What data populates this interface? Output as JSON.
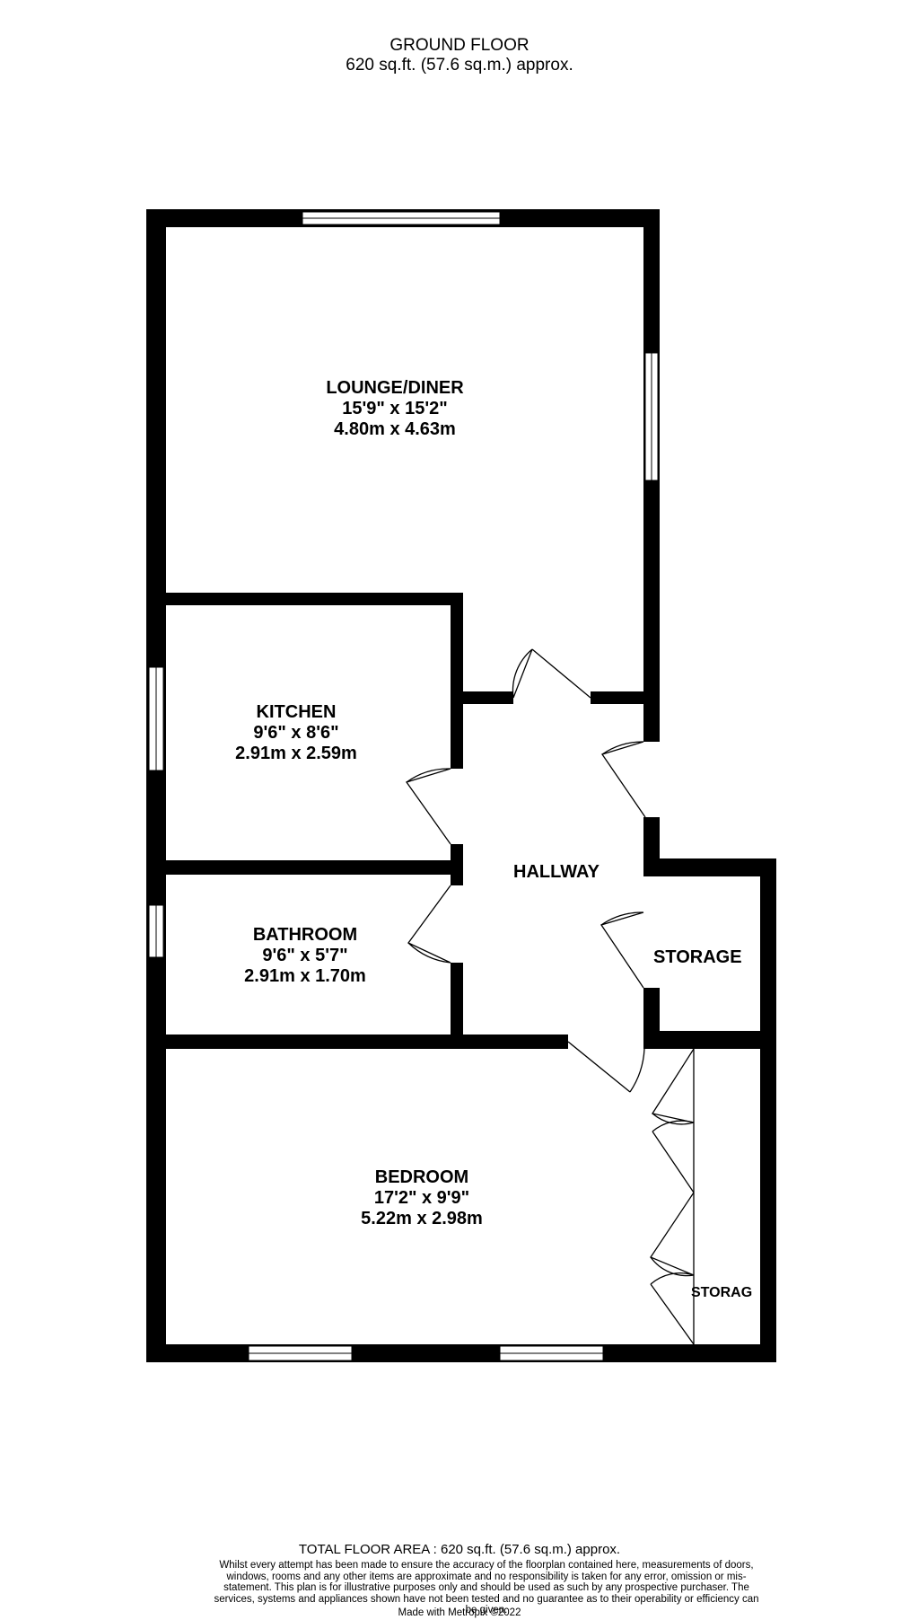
{
  "header": {
    "title": "GROUND FLOOR",
    "area": "620 sq.ft. (57.6 sq.m.) approx."
  },
  "rooms": {
    "lounge": {
      "name": "LOUNGE/DINER",
      "imperial": "15'9\"  x 15'2\"",
      "metric": "4.80m  x 4.63m"
    },
    "kitchen": {
      "name": "KITCHEN",
      "imperial": "9'6\"  x 8'6\"",
      "metric": "2.91m  x 2.59m"
    },
    "hallway": {
      "name": "HALLWAY"
    },
    "bathroom": {
      "name": "BATHROOM",
      "imperial": "9'6\"  x 5'7\"",
      "metric": "2.91m  x 1.70m"
    },
    "storage1": {
      "name": "STORAGE"
    },
    "bedroom": {
      "name": "BEDROOM",
      "imperial": "17'2\"  x 9'9\"",
      "metric": "5.22m  x 2.98m"
    },
    "storage2": {
      "name": "STORAG"
    }
  },
  "footer": {
    "total": "TOTAL FLOOR AREA : 620 sq.ft. (57.6 sq.m.) approx.",
    "disclaimer": "Whilst every attempt has been made to ensure the accuracy of the floorplan contained here, measurements of doors, windows, rooms and any other items are approximate and no responsibility is taken for any error, omission or mis-statement. This plan is for illustrative purposes only and should be used as such by any prospective purchaser. The services, systems and appliances shown have not been tested and no guarantee as to their operability or efficiency can be given.",
    "made_with": "Made with Metropix ©2022"
  },
  "colors": {
    "wall": "#000000",
    "window": "#ffffff",
    "background": "#ffffff"
  }
}
